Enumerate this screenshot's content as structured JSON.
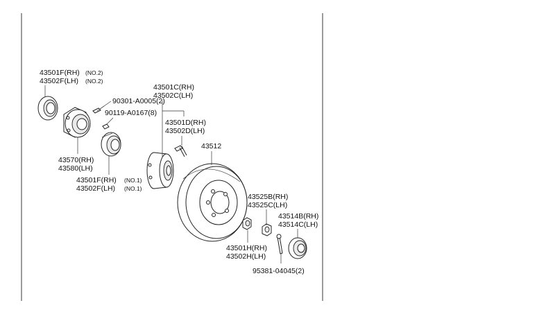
{
  "labels": {
    "seal_rh_no2": "43501F(RH)",
    "seal_lh_no2": "43502F(LH)",
    "no2_a": "(NO.2)",
    "no2_b": "(NO.2)",
    "bolt_a": "90301-A0005(2)",
    "bolt_b": "90119-A0167(8)",
    "bearing_rh": "43570(RH)",
    "bearing_lh": "43580(LH)",
    "seal_rh_no1": "43501F(RH)",
    "seal_lh_no1": "43502F(LH)",
    "no1_a": "(NO.1)",
    "no1_b": "(NO.1)",
    "hub_c_rh": "43501C(RH)",
    "hub_c_lh": "43502C(LH)",
    "hub_d_rh": "43501D(RH)",
    "hub_d_lh": "43502D(LH)",
    "rotor": "43512",
    "nut_b_rh": "43525B(RH)",
    "nut_c_lh": "43525C(LH)",
    "cap_b_rh": "43514B(RH)",
    "cap_c_lh": "43514C(LH)",
    "washer_h_rh": "43501H(RH)",
    "washer_h_lh": "43502H(LH)",
    "pin": "95381-04045(2)"
  },
  "icons": [
    "oil-seal-no2",
    "hub-flange",
    "bolt",
    "bearing",
    "oil-seal-no1",
    "axle-hub",
    "hub-bolt",
    "disc-rotor",
    "washer",
    "lock-nut",
    "cotter-pin",
    "grease-cap"
  ]
}
